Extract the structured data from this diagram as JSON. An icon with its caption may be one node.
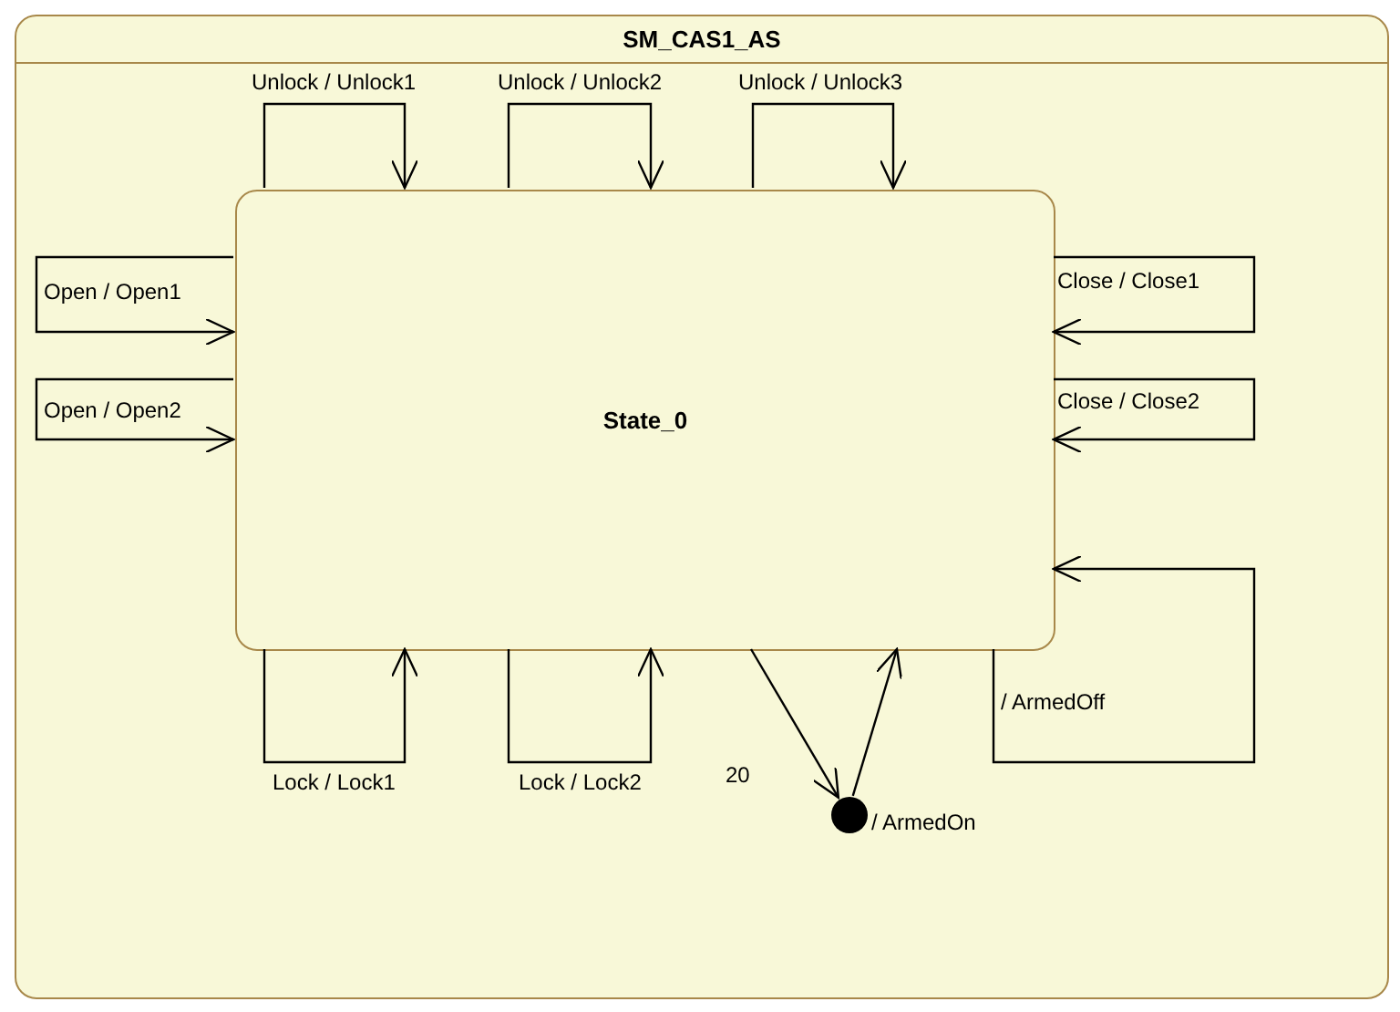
{
  "diagram": {
    "nodes": [
      {
        "text": [
          "SM_CAS1_AS"
        ]
      },
      {
        "text": [
          "State_0"
        ],
        "in": 0
      },
      {
        "text": [],
        "shape": "circle",
        "in": 0
      }
    ],
    "edges": [
      {
        "from": 1,
        "to": 1,
        "arrow": "to",
        "label": "Unlock / Unlock1"
      },
      {
        "from": 1,
        "to": 1,
        "arrow": "to",
        "label": "Unlock / Unlock2"
      },
      {
        "from": 1,
        "to": 1,
        "arrow": "to",
        "label": "Unlock / Unlock3"
      },
      {
        "from": 1,
        "to": 1,
        "arrow": "to",
        "label": "Open / Open1"
      },
      {
        "from": 1,
        "to": 1,
        "arrow": "to",
        "label": "Open / Open2"
      },
      {
        "from": 1,
        "to": 1,
        "arrow": "to",
        "label": "Close / Close1"
      },
      {
        "from": 1,
        "to": 1,
        "arrow": "to",
        "label": "Close / Close2"
      },
      {
        "from": 1,
        "to": 1,
        "arrow": "to",
        "label": "/ ArmedOff"
      },
      {
        "from": 1,
        "to": 1,
        "arrow": "to",
        "label": "Lock / Lock1"
      },
      {
        "from": 1,
        "to": 1,
        "arrow": "to",
        "label": "Lock / Lock2"
      },
      {
        "from": 1,
        "to": 2,
        "arrow": "to",
        "label": "20"
      },
      {
        "from": 2,
        "to": 1,
        "arrow": "to",
        "label": "/ ArmedOn"
      }
    ]
  }
}
